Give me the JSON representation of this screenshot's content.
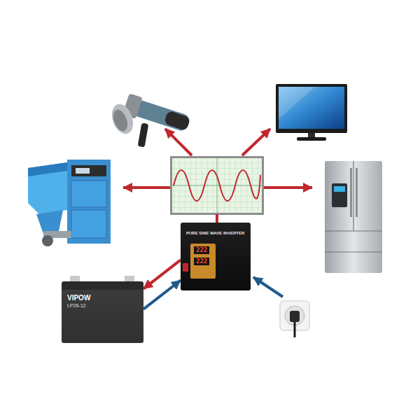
{
  "diagram": {
    "nodes": [
      {
        "text": [
          "PURE SINE WAVE INVERTER"
        ]
      },
      {
        "text": [
          "VIPOW",
          "LP26-12"
        ]
      }
    ],
    "edges": [
      {
        "from": 0,
        "to": 1,
        "arrow": "to"
      },
      {
        "from": 1,
        "to": 0,
        "arrow": "to"
      }
    ],
    "labels": [
      "222",
      "222"
    ]
  }
}
